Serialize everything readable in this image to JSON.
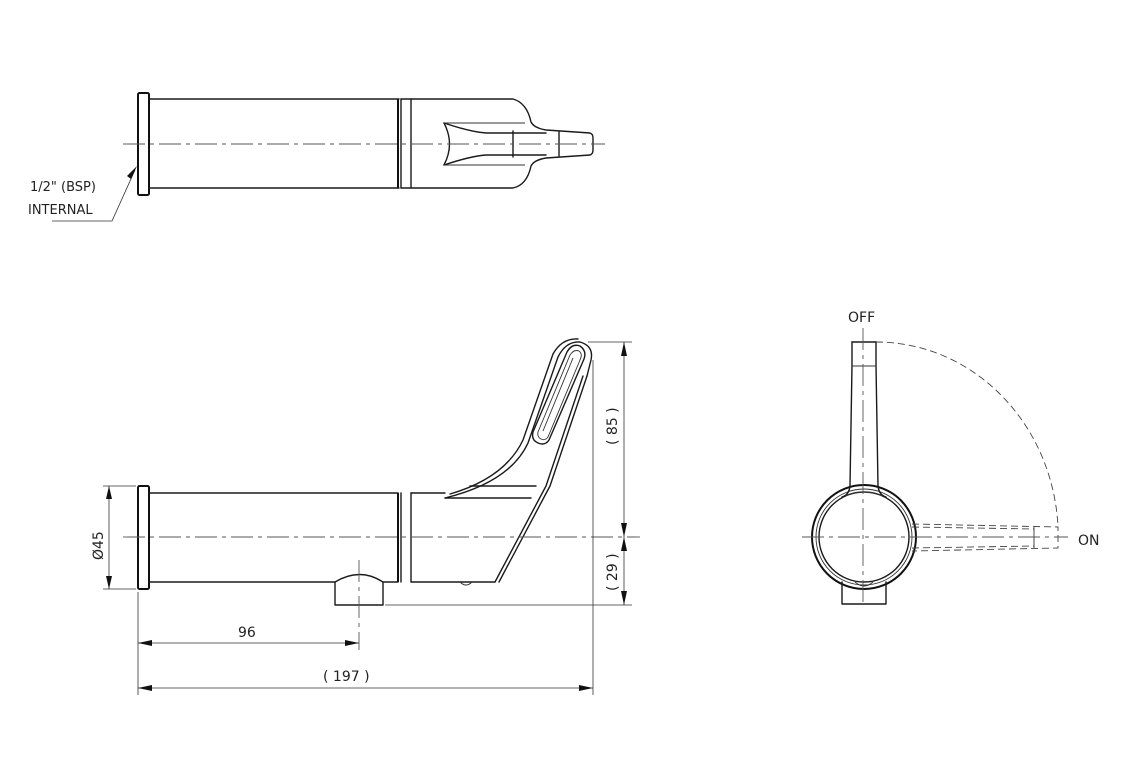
{
  "drawing": {
    "type": "technical-drawing",
    "subject": "lever tap / wall spout",
    "line_color": "#1a1a1a",
    "background": "#ffffff"
  },
  "top_view": {
    "callout_line1": "1/2\" (BSP)",
    "callout_line2": "INTERNAL"
  },
  "side_view": {
    "diameter_label": "Ø45",
    "dim_96": "96",
    "dim_197": "( 197 )",
    "dim_85": "( 85 )",
    "dim_29": "( 29 )"
  },
  "end_view": {
    "off_label": "OFF",
    "on_label": "ON"
  }
}
